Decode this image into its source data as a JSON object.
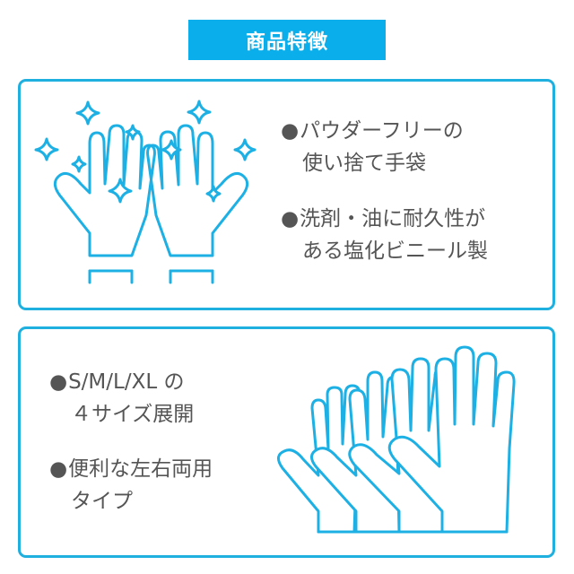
{
  "header": {
    "title": "商品特徴"
  },
  "colors": {
    "accent": "#0aaeea",
    "border": "#1fb0e0",
    "text": "#555555"
  },
  "features_top": [
    {
      "bullet": "●",
      "line1": "パウダーフリーの",
      "line2": "使い捨て手袋"
    },
    {
      "bullet": "●",
      "line1": "洗剤・油に耐久性が",
      "line2": "ある塩化ビニール製"
    }
  ],
  "features_bottom": [
    {
      "bullet": "●",
      "line1": "S/M/L/XL の",
      "line2": "４サイズ展開"
    },
    {
      "bullet": "●",
      "line1": "便利な左右両用",
      "line2": "タイプ"
    }
  ],
  "icons": {
    "top": "sparkling-clean-hands-icon",
    "bottom": "four-sizes-gloves-icon"
  }
}
